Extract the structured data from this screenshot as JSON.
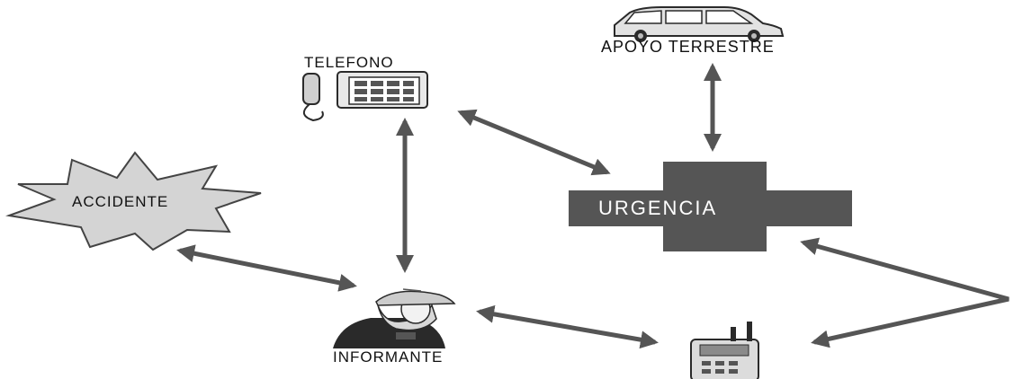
{
  "labels": {
    "telefono": "TELEFONO",
    "apoyo": "APOYO TERRESTRE",
    "accidente": "ACCIDENTE",
    "urgencia": "URGENCIA",
    "informante": "INFORMANTE"
  },
  "colors": {
    "arrow": "#555555",
    "cross": "#555555",
    "star_fill": "#d4d4d4",
    "star_stroke": "#444444",
    "icon_dark": "#2a2a2a",
    "icon_mid": "#8a8a8a",
    "icon_light": "#dcdcdc"
  },
  "icons": [
    "car-icon",
    "telephone-icon",
    "worker-icon",
    "radio-icon",
    "explosion-star-icon",
    "cross-icon"
  ]
}
